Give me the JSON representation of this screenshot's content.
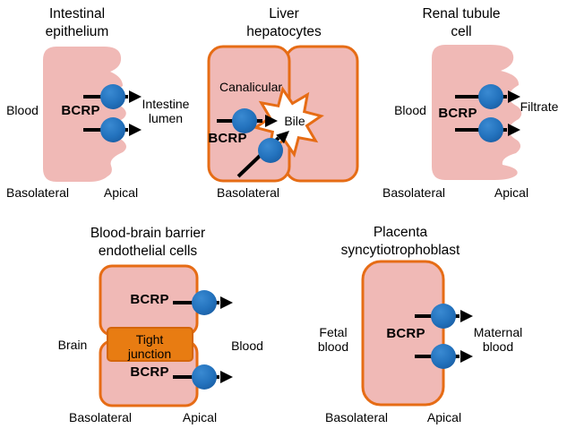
{
  "figure": {
    "colors": {
      "background": "#ffffff",
      "cell_fill": "#f0b9b6",
      "membrane_orange": "#e66c15",
      "tight_junction_fill": "#e87c12",
      "transporter_blue": "#2a7ac6",
      "transporter_blue_dark": "#17589c",
      "arrow_black": "#000000",
      "text": "#000000"
    }
  },
  "panels": [
    {
      "name": "intestinal-epithelium",
      "title": [
        "Intestinal",
        "epithelium"
      ],
      "labels": {
        "left": "Blood",
        "transporter": "BCRP",
        "right": [
          "Intestine",
          "lumen"
        ],
        "bottom_left": "Basolateral",
        "bottom_right": "Apical"
      }
    },
    {
      "name": "liver-hepatocytes",
      "title": [
        "Liver",
        "hepatocytes"
      ],
      "labels": {
        "membrane": "Canalicular",
        "lumen": "Bile",
        "transporter": "BCRP",
        "bottom_left": "Basolateral"
      }
    },
    {
      "name": "renal-tubule-cell",
      "title": [
        "Renal tubule",
        "cell"
      ],
      "labels": {
        "left": "Blood",
        "transporter": "BCRP",
        "right": "Filtrate",
        "bottom_left": "Basolateral",
        "bottom_right": "Apical"
      }
    },
    {
      "name": "blood-brain-barrier",
      "title": [
        "Blood-brain barrier",
        "endothelial cells"
      ],
      "labels": {
        "left": "Brain",
        "right": "Blood",
        "transporter_top": "BCRP",
        "transporter_bottom": "BCRP",
        "tight_junction": [
          "Tight",
          "junction"
        ],
        "bottom_left": "Basolateral",
        "bottom_right": "Apical"
      }
    },
    {
      "name": "placenta-syncytiotrophoblast",
      "title": [
        "Placenta",
        "syncytiotrophoblast"
      ],
      "labels": {
        "left": [
          "Fetal",
          "blood"
        ],
        "transporter": "BCRP",
        "right": [
          "Maternal",
          "blood"
        ],
        "bottom_left": "Basolateral",
        "bottom_right": "Apical"
      }
    }
  ]
}
